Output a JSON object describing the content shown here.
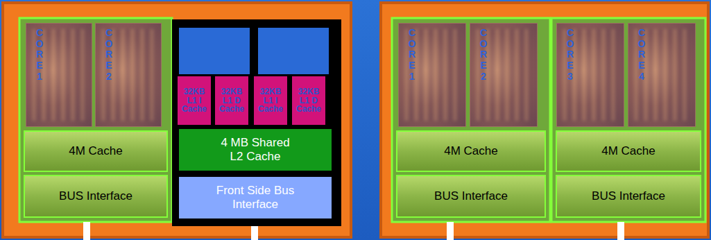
{
  "diagram": {
    "nodes": [
      {
        "text": [
          "C O R E 1"
        ]
      },
      {
        "text": [
          "C O R E 2"
        ]
      },
      {
        "text": [
          "4M Cache"
        ]
      },
      {
        "text": [
          "BUS Interface"
        ]
      },
      {
        "text": [
          "32KB L1 I Cache"
        ]
      },
      {
        "text": [
          "32KB L1 D Cache"
        ]
      },
      {
        "text": [
          "32KB L1 I Cache"
        ]
      },
      {
        "text": [
          "32KB L1 D Cache"
        ]
      },
      {
        "text": [
          "4 MB Shared L2 Cache"
        ]
      },
      {
        "text": [
          "Front Side Bus Interface"
        ]
      },
      {
        "text": [
          "C O R E 1"
        ]
      },
      {
        "text": [
          "C O R E 2"
        ]
      },
      {
        "text": [
          "C O R E 3"
        ]
      },
      {
        "text": [
          "C O R E 4"
        ]
      },
      {
        "text": [
          "4M Cache"
        ]
      },
      {
        "text": [
          "BUS Interface"
        ]
      },
      {
        "text": [
          "4M Cache"
        ]
      },
      {
        "text": [
          "BUS Interface"
        ]
      }
    ]
  }
}
